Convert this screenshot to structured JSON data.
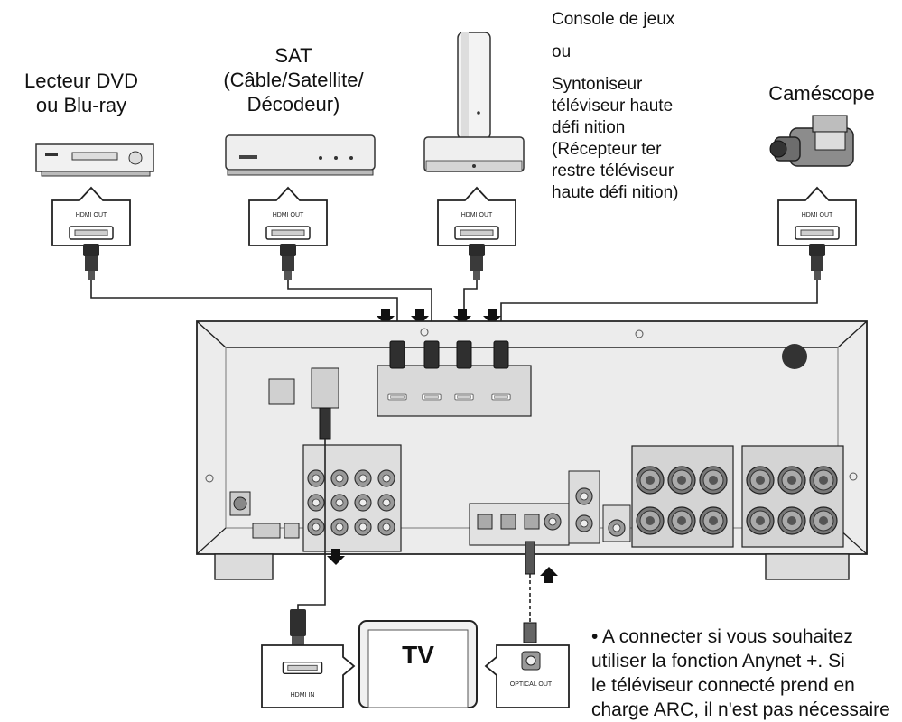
{
  "devices": {
    "dvd": {
      "lines": [
        "Lecteur DVD",
        "ou Blu-ray"
      ]
    },
    "sat": {
      "lines": [
        "SAT",
        "(Câble/Satellite/",
        "Décodeur)"
      ]
    },
    "console": {
      "lines": [
        "Console de jeux",
        "ou",
        "Syntoniseur",
        "téléviseur haute",
        "défi nition",
        "(Récepteur ter",
        "restre téléviseur",
        "haute défi nition)"
      ]
    },
    "camcorder": {
      "lines": [
        "Caméscope"
      ]
    }
  },
  "ports": {
    "hdmi_out": "HDMI OUT",
    "hdmi_in": "HDMI IN",
    "optical_out": "OPTICAL OUT"
  },
  "tv": {
    "label": "TV"
  },
  "note": {
    "lines": [
      "• A connecter si vous souhaitez",
      "utiliser la fonction Anynet +. Si",
      "le téléviseur connecté prend en",
      "charge ARC, il n'est pas nécessaire"
    ]
  },
  "colors": {
    "line": "#222222",
    "panel": "#e6e6e6",
    "panel_dark": "#c8c8c8",
    "cable": "#3a3a3a"
  }
}
